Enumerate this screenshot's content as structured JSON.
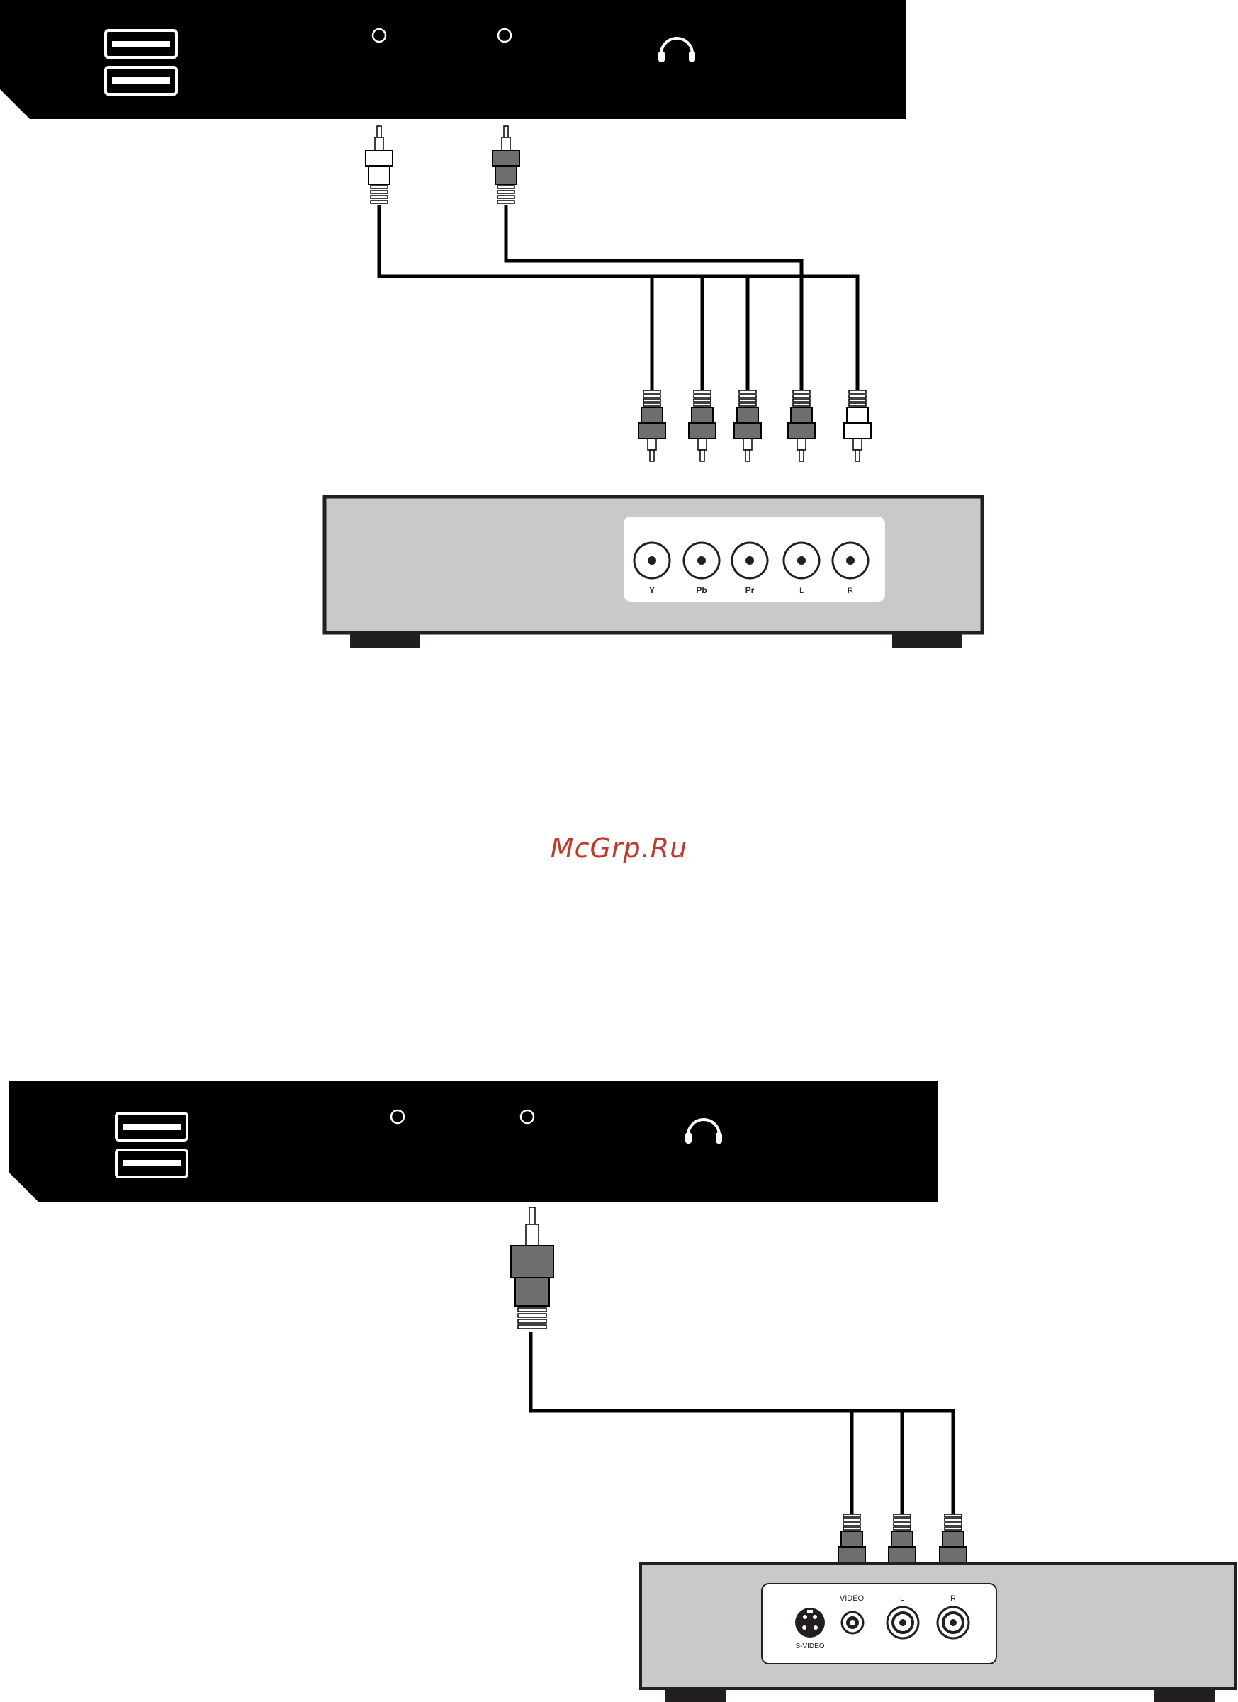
{
  "watermark": "McGrp.Ru",
  "colors": {
    "device": "#000000",
    "panel": "#c8c9cb",
    "port_panel": "#ffffff",
    "plug_dark": "#6d6e70",
    "plug_light": "#ffffff",
    "watermark": "#c0392b"
  },
  "diagram_top": {
    "jack_labels": [
      "Y",
      "Pb",
      "Pr",
      "L",
      "R"
    ]
  },
  "diagram_bottom": {
    "plug_labels": [
      "VIDEO",
      "L",
      "R"
    ],
    "port_labels": {
      "svideo": "S-VIDEO"
    }
  }
}
